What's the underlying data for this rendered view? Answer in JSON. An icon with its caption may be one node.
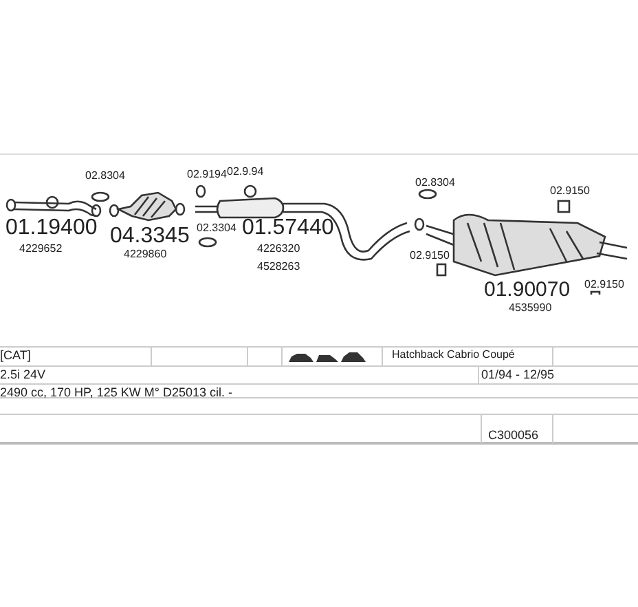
{
  "diagram": {
    "labels": [
      "02.8304",
      "01.19400",
      "4229652",
      "04.3345",
      "4229860",
      "02.9194",
      "02.9.94",
      "02.3304",
      "01.57440",
      "4226320",
      "4528263",
      "02.8304",
      "02.9150",
      "02.9150",
      "01.90070",
      "4535990",
      "02.9150",
      "[CAT]",
      "Hatchback Cabrio Coupé",
      "2.5i 24V",
      "01/94 - 12/95",
      "2490 cc, 170 HP, 125 KW M° D25013 cil. -",
      "C300056"
    ]
  }
}
